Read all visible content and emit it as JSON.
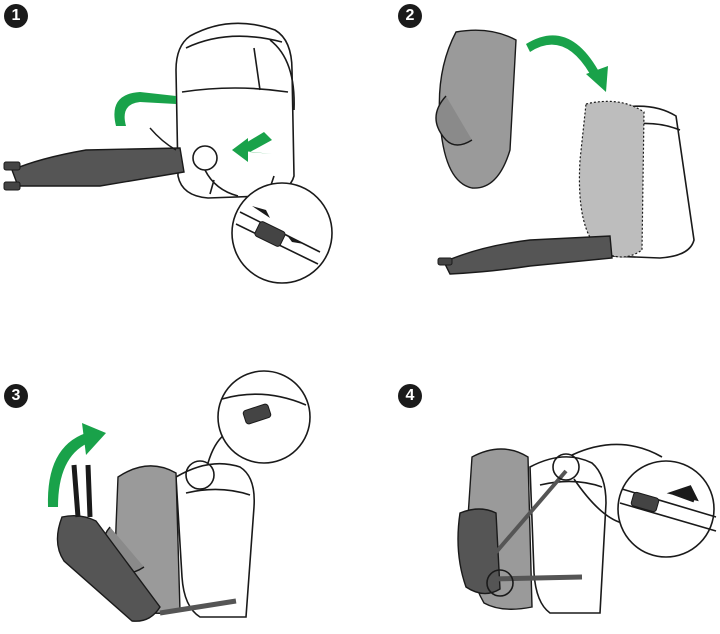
{
  "steps": [
    {
      "number": "1"
    },
    {
      "number": "2"
    },
    {
      "number": "3"
    },
    {
      "number": "4"
    }
  ],
  "colors": {
    "arrow_green": "#19a24a",
    "strap_dark": "#555555",
    "harness_gray": "#9a9a9a",
    "line": "#1a1a1a",
    "pack_fill": "#ffffff"
  },
  "icons": [
    "backpack-icon",
    "strap-icon",
    "buckle-icon",
    "harness-icon",
    "curved-arrow-icon",
    "zoom-callout-icon"
  ]
}
